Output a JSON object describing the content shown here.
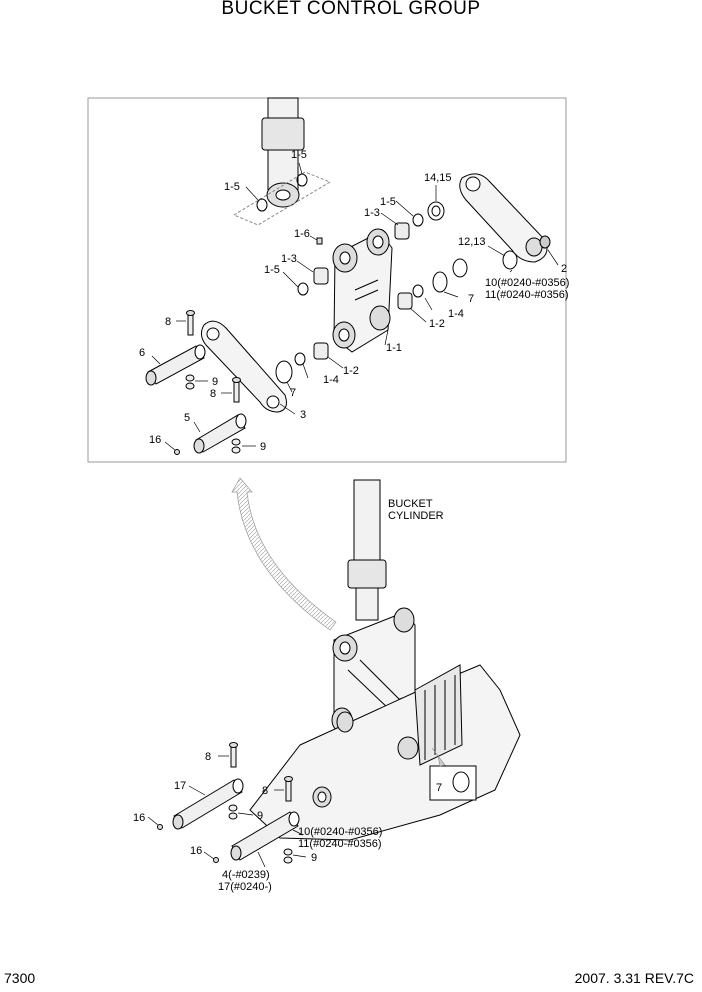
{
  "title": "BUCKET CONTROL GROUP",
  "footer": {
    "page": "7300",
    "date_rev": "2007. 3.31  REV.7C"
  },
  "callouts": {
    "c1_5a": "1-5",
    "c1_5b": "1-5",
    "c1_5c": "1-5",
    "c1_5d": "1-5",
    "c14_15": "14,15",
    "c1_3a": "1-3",
    "c1_3b": "1-3",
    "c1_6": "1-6",
    "c12_13": "12,13",
    "c2": "2",
    "c10a": "10(#0240-#0356)",
    "c11a": "11(#0240-#0356)",
    "c7a": "7",
    "c7b": "7",
    "c7c": "7",
    "c1_4a": "1-4",
    "c1_4b": "1-4",
    "c1_2a": "1-2",
    "c1_2b": "1-2",
    "c1_1": "1-1",
    "c8a": "8",
    "c8b": "8",
    "c8c": "8",
    "c8d": "8",
    "c6": "6",
    "c9a": "9",
    "c9b": "9",
    "c9c": "9",
    "c9d": "9",
    "c3": "3",
    "c5": "5",
    "c16a": "16",
    "c16b": "16",
    "c16c": "16",
    "bucket_cylinder_1": "BUCKET",
    "bucket_cylinder_2": "CYLINDER",
    "c17a": "17",
    "c10b": "10(#0240-#0356)",
    "c11b": "11(#0240-#0356)",
    "c4": "4(-#0239)",
    "c17b": "17(#0240-)"
  }
}
